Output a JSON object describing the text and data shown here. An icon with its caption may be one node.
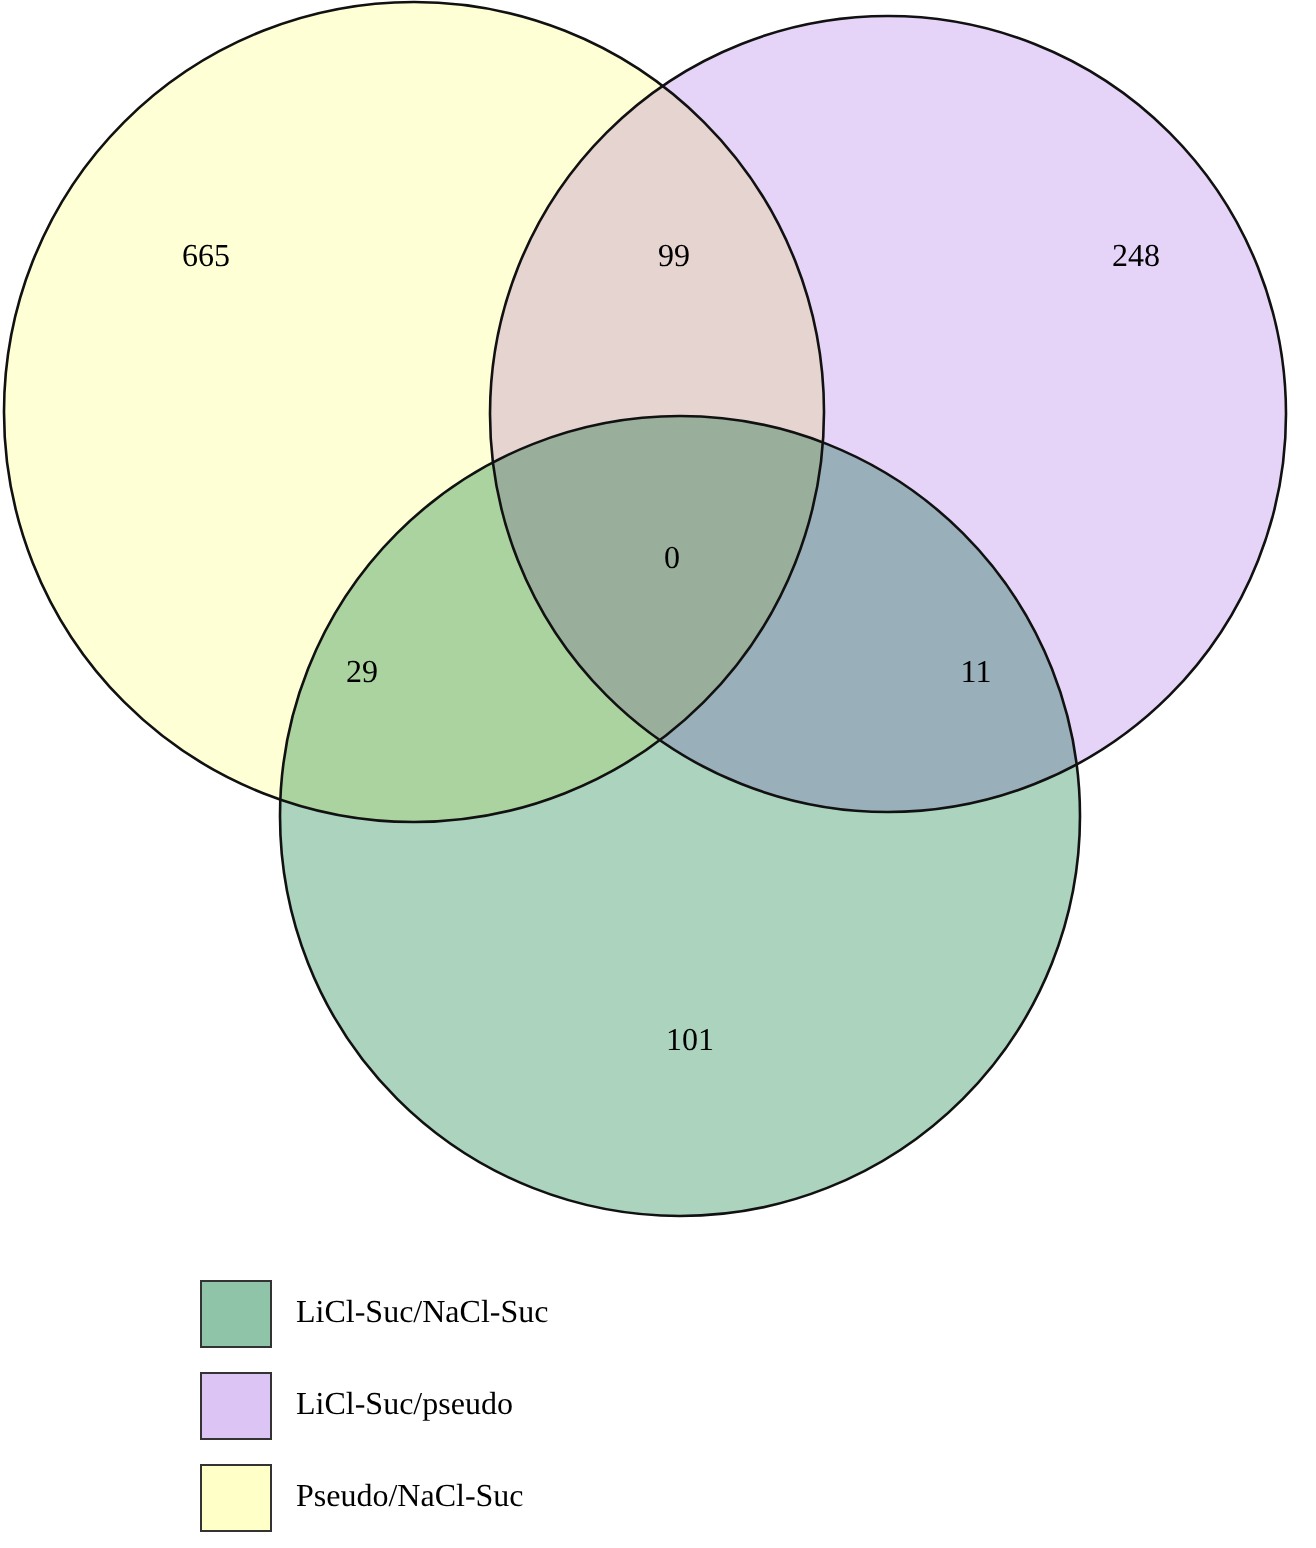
{
  "diagram": {
    "labels": [
      "665",
      "99",
      "248",
      "0",
      "29",
      "11",
      "101"
    ],
    "legend": [
      {
        "text": "LiCl-Suc/NaCl-Suc",
        "color": "#8fc4a8"
      },
      {
        "text": "LiCl-Suc/pseudo",
        "color": "#dcc5f5"
      },
      {
        "text": "Pseudo/NaCl-Suc",
        "color": "#ffffc8"
      }
    ]
  }
}
